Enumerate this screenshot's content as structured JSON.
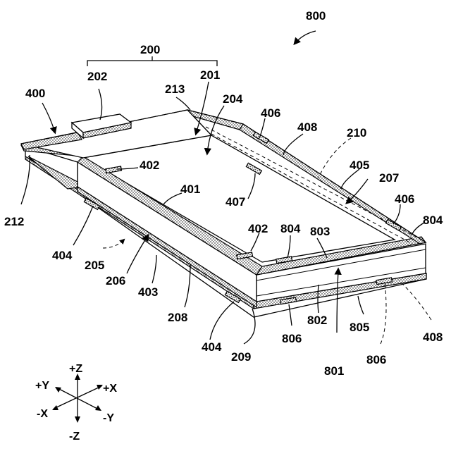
{
  "figure": {
    "labels": {
      "l800": "800",
      "l200": "200",
      "l202": "202",
      "l201": "201",
      "l213": "213",
      "l204": "204",
      "l400": "400",
      "l406a": "406",
      "l408a": "408",
      "l210": "210",
      "l402a": "402",
      "l405": "405",
      "l207": "207",
      "l401": "401",
      "l406b": "406",
      "l804a": "804",
      "l407": "407",
      "l212": "212",
      "l402b": "402",
      "l804b": "804",
      "l803": "803",
      "l404a": "404",
      "l205": "205",
      "l206": "206",
      "l403": "403",
      "l208": "208",
      "l802": "802",
      "l805": "805",
      "l408b": "408",
      "l806a": "806",
      "l806b": "806",
      "l404b": "404",
      "l209": "209",
      "l801": "801"
    },
    "axes": {
      "pz": "+Z",
      "py": "+Y",
      "px": "+X",
      "nx": "-X",
      "ny": "-Y",
      "nz": "-Z"
    }
  }
}
